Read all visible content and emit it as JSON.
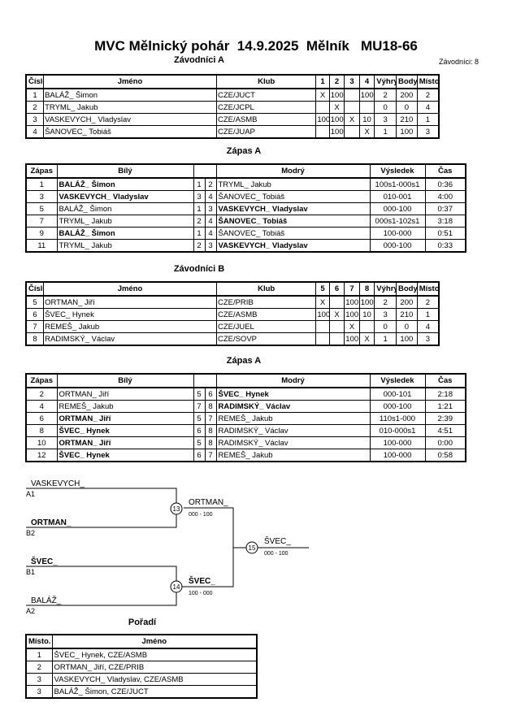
{
  "title": "MVC Mělnický pohár  14.9.2025  Mělník   MU18-66",
  "groupA": {
    "heading": "Závodníci A",
    "count_label": "Závodníci: 8",
    "headers": [
      "Číslo",
      "Jméno",
      "Klub",
      "1",
      "2",
      "3",
      "4",
      "Výhry",
      "Body",
      "Místo."
    ],
    "rows": [
      {
        "no": "1",
        "name": "BALÁŽ_ Šimon",
        "club": "CZE/JUCT",
        "m": [
          "X",
          "100",
          "",
          "100"
        ],
        "wins": "2",
        "points": "200",
        "place": "2"
      },
      {
        "no": "2",
        "name": "TRYML_ Jakub",
        "club": "CZE/JCPL",
        "m": [
          "",
          "X",
          "",
          ""
        ],
        "wins": "0",
        "points": "0",
        "place": "4"
      },
      {
        "no": "3",
        "name": "VASKEVYCH_ Vladyslav",
        "club": "CZE/ASMB",
        "m": [
          "100",
          "100",
          "X",
          "10"
        ],
        "wins": "3",
        "points": "210",
        "place": "1"
      },
      {
        "no": "4",
        "name": "ŠANOVEC_ Tobiáš",
        "club": "CZE/JUAP",
        "m": [
          "",
          "100",
          "",
          "X"
        ],
        "wins": "1",
        "points": "100",
        "place": "3"
      }
    ]
  },
  "matchesA": {
    "heading": "Zápas A",
    "headers": [
      "Zápas",
      "Bílý",
      "Modrý",
      "Výsledek",
      "Čas"
    ],
    "rows": [
      {
        "no": "1",
        "white": "BALÁŽ_ Šimon",
        "wb": true,
        "w": "1",
        "bn": "2",
        "blue": "TRYML_ Jakub",
        "bb": false,
        "result": "100s1-000s1",
        "time": "0:36"
      },
      {
        "no": "3",
        "white": "VASKEVYCH_ Vladyslav",
        "wb": true,
        "w": "3",
        "bn": "4",
        "blue": "ŠANOVEC_ Tobiáš",
        "bb": false,
        "result": "010-001",
        "time": "4:00"
      },
      {
        "no": "5",
        "white": "BALÁŽ_ Šimon",
        "wb": false,
        "w": "1",
        "bn": "3",
        "blue": "VASKEVYCH_ Vladyslav",
        "bb": true,
        "result": "000-100",
        "time": "0:37"
      },
      {
        "no": "7",
        "white": "TRYML_ Jakub",
        "wb": false,
        "w": "2",
        "bn": "4",
        "blue": "ŠANOVEC_ Tobiáš",
        "bb": true,
        "result": "000s1-102s1",
        "time": "3:18"
      },
      {
        "no": "9",
        "white": "BALÁŽ_ Šimon",
        "wb": true,
        "w": "1",
        "bn": "4",
        "blue": "ŠANOVEC_ Tobiáš",
        "bb": false,
        "result": "100-000",
        "time": "0:51"
      },
      {
        "no": "11",
        "white": "TRYML_ Jakub",
        "wb": false,
        "w": "2",
        "bn": "3",
        "blue": "VASKEVYCH_ Vladyslav",
        "bb": true,
        "result": "000-100",
        "time": "0:33"
      }
    ]
  },
  "groupB": {
    "heading": "Závodníci B",
    "headers": [
      "Číslo",
      "Jméno",
      "Klub",
      "5",
      "6",
      "7",
      "8",
      "Výhry",
      "Body",
      "Místo."
    ],
    "rows": [
      {
        "no": "5",
        "name": "ORTMAN_ Jiří",
        "club": "CZE/PRIB",
        "m": [
          "X",
          "",
          "100",
          "100"
        ],
        "wins": "2",
        "points": "200",
        "place": "2"
      },
      {
        "no": "6",
        "name": "ŠVEC_ Hynek",
        "club": "CZE/ASMB",
        "m": [
          "100",
          "X",
          "100",
          "10"
        ],
        "wins": "3",
        "points": "210",
        "place": "1"
      },
      {
        "no": "7",
        "name": "REMEŠ_ Jakub",
        "club": "CZE/JUEL",
        "m": [
          "",
          "",
          "X",
          ""
        ],
        "wins": "0",
        "points": "0",
        "place": "4"
      },
      {
        "no": "8",
        "name": "RADIMSKÝ_ Václav",
        "club": "CZE/SOVP",
        "m": [
          "",
          "",
          "100",
          "X"
        ],
        "wins": "1",
        "points": "100",
        "place": "3"
      }
    ]
  },
  "matchesB": {
    "heading": "Zápas A",
    "headers": [
      "Zápas",
      "Bílý",
      "Modrý",
      "Výsledek",
      "Čas"
    ],
    "rows": [
      {
        "no": "2",
        "white": "ORTMAN_ Jiří",
        "wb": false,
        "w": "5",
        "bn": "6",
        "blue": "ŠVEC_ Hynek",
        "bb": true,
        "result": "000-101",
        "time": "2:18"
      },
      {
        "no": "4",
        "white": "REMEŠ_ Jakub",
        "wb": false,
        "w": "7",
        "bn": "8",
        "blue": "RADIMSKÝ_ Václav",
        "bb": true,
        "result": "000-100",
        "time": "1:21"
      },
      {
        "no": "6",
        "white": "ORTMAN_ Jiří",
        "wb": true,
        "w": "5",
        "bn": "7",
        "blue": "REMEŠ_ Jakub",
        "bb": false,
        "result": "110s1-000",
        "time": "2:39"
      },
      {
        "no": "8",
        "white": "ŠVEC_ Hynek",
        "wb": true,
        "w": "6",
        "bn": "8",
        "blue": "RADIMSKÝ_ Václav",
        "bb": false,
        "result": "010-000s1",
        "time": "4:51"
      },
      {
        "no": "10",
        "white": "ORTMAN_ Jiří",
        "wb": true,
        "w": "5",
        "bn": "8",
        "blue": "RADIMSKÝ_ Václav",
        "bb": false,
        "result": "100-000",
        "time": "0:00"
      },
      {
        "no": "12",
        "white": "ŠVEC_ Hynek",
        "wb": true,
        "w": "6",
        "bn": "7",
        "blue": "REMEŠ_ Jakub",
        "bb": false,
        "result": "100-000",
        "time": "0:58"
      }
    ]
  },
  "bracket": {
    "semi1": {
      "top_name": "VASKEVYCH_",
      "top_seed": "A1",
      "bottom_name": "ORTMAN_",
      "bottom_seed": "B2",
      "match": "13",
      "winner": "ORTMAN_",
      "score": "000 - 100"
    },
    "semi2": {
      "top_name": "ŠVEC_",
      "top_seed": "B1",
      "bottom_name": "BALÁŽ_",
      "bottom_seed": "A2",
      "match": "14",
      "winner": "ŠVEC_",
      "score": "100 - 000"
    },
    "final": {
      "match": "15",
      "winner": "ŠVEC_",
      "score": "000 - 100"
    }
  },
  "ranking": {
    "heading": "Pořadí",
    "headers": [
      "Místo.",
      "Jméno"
    ],
    "rows": [
      {
        "place": "1",
        "name": "ŠVEC_ Hynek, CZE/ASMB"
      },
      {
        "place": "2",
        "name": "ORTMAN_ Jiří, CZE/PRIB"
      },
      {
        "place": "3",
        "name": "VASKEVYCH_ Vladyslav, CZE/ASMB"
      },
      {
        "place": "3",
        "name": "BALÁŽ_ Šimon, CZE/JUCT"
      }
    ]
  }
}
